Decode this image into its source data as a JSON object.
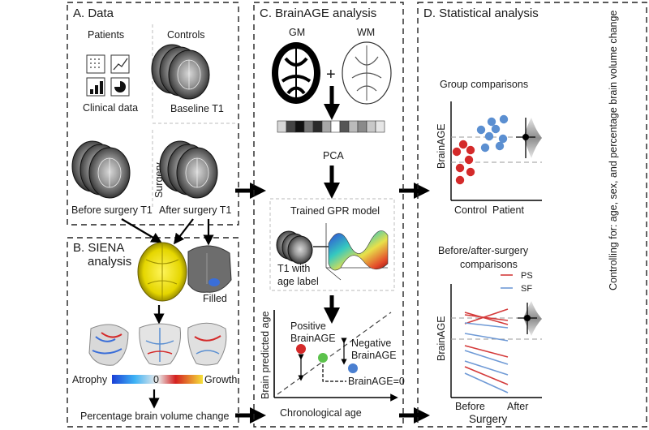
{
  "panelA": {
    "title": "A. Data",
    "patients": "Patients",
    "controls": "Controls",
    "clinical": "Clinical data",
    "baseline": "Baseline T1",
    "surgery": "Surgery",
    "before": "Before surgery T1",
    "after": "After surgery T1"
  },
  "panelB": {
    "title_line1": "B. SIENA",
    "title_line2": "analysis",
    "filled": "Filled",
    "atrophy": "Atrophy",
    "zero": "0",
    "growth": "Growth",
    "pbvc": "Percentage brain volume change"
  },
  "panelC": {
    "title": "C. BrainAGE analysis",
    "gm": "GM",
    "wm": "WM",
    "plus": "+",
    "pca": "PCA",
    "gpr": "Trained GPR model",
    "t1_line1": "T1 with",
    "t1_line2": "age label",
    "pos_line1": "Positive",
    "pos_line2": "BrainAGE",
    "neg_line1": "Negative",
    "neg_line2": "BrainAGE",
    "zero_label": "BrainAGE=0",
    "ylabel": "Brain predicted age",
    "xlabel": "Chronological age"
  },
  "panelD": {
    "title": "D. Statistical analysis",
    "group_title": "Group comparisons",
    "ba_label": "BrainAGE",
    "control": "Control",
    "patient": "Patient",
    "ba_title_line1": "Before/after-surgery",
    "ba_title_line2": "comparisons",
    "ps": "PS",
    "sf": "SF",
    "before": "Before",
    "after": "After",
    "surgery": "Surgery",
    "side_note": "Controlling for: age, sex, and percentage brain volume change"
  },
  "colors": {
    "control_dots": "#d42a2a",
    "patient_dots": "#5b8fd1",
    "ps_lines": "#d43a3a",
    "sf_lines": "#6f9ad6",
    "positive_dot": "#d42a2a",
    "zero_dot": "#5cc24c",
    "negative_dot": "#4a7fd0"
  }
}
